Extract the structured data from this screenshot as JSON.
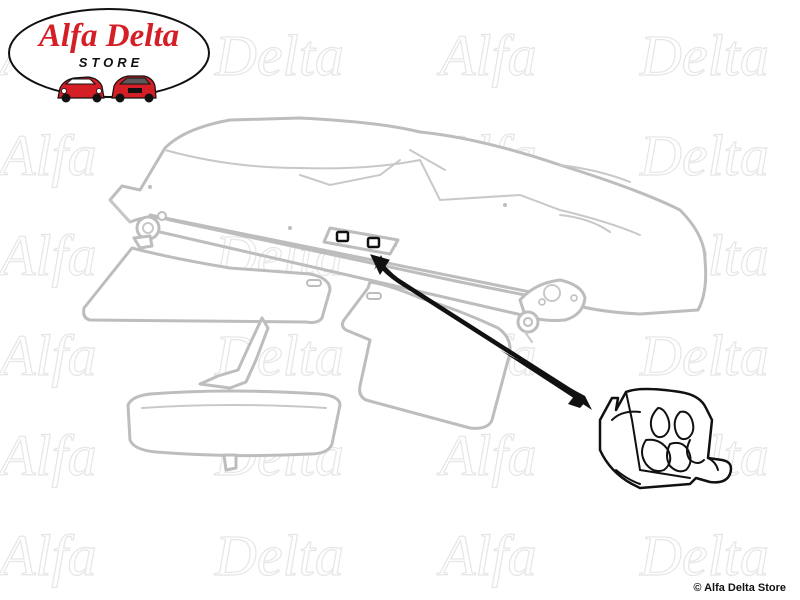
{
  "watermark": {
    "word_1": "Alfa",
    "word_2": "Delta"
  },
  "logo": {
    "brand": "Alfa Delta",
    "store": "STORE",
    "accent_color": "#d41f26"
  },
  "copyright": "© Alfa Delta Store"
}
